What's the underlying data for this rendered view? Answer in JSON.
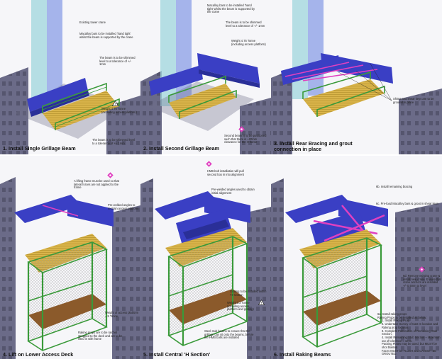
{
  "colors": {
    "frame_green": "#3a9a3a",
    "beam_blue": "#3a3fc4",
    "crane_cyan": "#9fd6dc",
    "crane_blue": "#8a9ee6",
    "building_grey": "#6f6f8a",
    "deck_wood": "#8b5a2b",
    "bracing_magenta": "#e040c0",
    "mesh_grey": "#9c9c9c"
  },
  "icons": {
    "warning": "warning-triangle-icon",
    "hazard": "hazard-sign-icon"
  },
  "panels": [
    {
      "title": "1. Install Single Grillage Beam",
      "notes": [
        "Existing tower crane",
        "Macalloy bars to be installed 'hand tight' whilst the beam is supported by the crane",
        "The beam is to be shimmed level to a tolerance of +/- 1mm",
        "Weight 4.75 Tonne (excluding access platform)",
        "The beam is to be shimmed level to a tolerance of +/- 1mm"
      ]
    },
    {
      "title": "2. Install Second Grillage Beam",
      "notes": [
        "Macalloy bars to be installed 'hand tight' whilst the beam is supported by the crane",
        "The beam is to be shimmed level to a tolerance of +/- 1mm",
        "Weight 4.75 Tonne (including access platform)",
        "Second beam is to be positioned such that there is ~20mm clearance for the H frame"
      ]
    },
    {
      "title": "3. Install Rear Bracing and grout connection in place",
      "notes": [
        "Shims and shear keys are to be grouted in place"
      ]
    },
    {
      "title": "4. Lift on Lower Access Deck",
      "notes": [
        "A lifting frame must be used so that lateral forces are not applied to the frame",
        "Pre-welded angles to restrain access platform",
        "Weight of access platform = 5 Tonne",
        "Raking props are to be ratchet strapped to the deck and are to be lifted in with frame"
      ]
    },
    {
      "title": "5. Install Central 'H Section'",
      "notes": [
        "HMB bolt installation will pull second box in into alignment",
        "Pre-welded angles used to obtain initial alignment",
        "Grating to be installed within 'H' section",
        "Weight 3.2 Tonne (including access platform and grating)",
        "Steel stub beams to ensure that the grillage can sit onto the beams, before the HMB bolts are installed"
      ]
    },
    {
      "title": "6. Install Raking Beams",
      "notes": [
        "6b. Install remaining bracing",
        "6c. Pre-load Macalloy bars & grout in shear keys",
        "6d. Remove existing crane & install new crane. Ensure that crane anchors are installed +/- 0.5mm to level",
        "6a. Install raking props"
      ],
      "procedure_title": "Raking Props to be installed as below:",
      "procedure": [
        "1.    Install Raking Prop.",
        "2.    Undertake Survey of Cast In location and Raking prop location.",
        "3.    Complete Fabrication of Remaining Stub Section.",
        "4.    Install Remaining Stub Section – Maximum out of tolerance = 1mm.",
        "       Packing Plates may be used, but MUST be shot blasted.",
        "       Faces MUST be FLUSH and CANNOT BE GROUTED."
      ]
    }
  ]
}
